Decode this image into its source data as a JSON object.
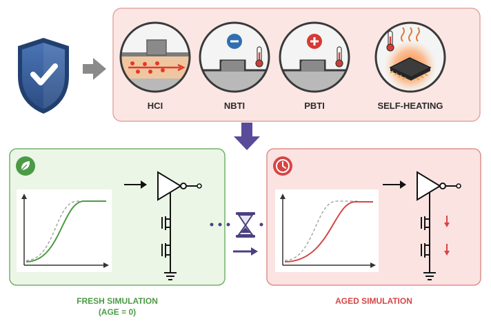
{
  "mechanisms": [
    {
      "id": "hci",
      "label": "HCI"
    },
    {
      "id": "nbti",
      "label": "NBTI"
    },
    {
      "id": "pbti",
      "label": "PBTI"
    },
    {
      "id": "self_heating",
      "label": "SELF-HEATING"
    }
  ],
  "fresh": {
    "caption_line1": "FRESH SIMULATION",
    "caption_line2": "(AGE = 0)",
    "accent": "#4c9a45"
  },
  "aged": {
    "caption": "AGED SIMULATION",
    "accent": "#d64545"
  },
  "icons": {
    "shield": "shield-check-icon",
    "fresh_badge": "leaf-icon",
    "aged_badge": "clock-icon",
    "between": "hourglass-icon"
  },
  "colors": {
    "shield": "#3a5f9c",
    "arrow_down": "#5a4a9a",
    "panel_pink_bg": "#fbe6e4",
    "panel_pink_border": "#e4a5a1",
    "fresh_bg": "#ebf6e6",
    "fresh_border": "#72b268",
    "aged_bg": "#fbe3e2",
    "aged_border": "#df8f8c"
  }
}
